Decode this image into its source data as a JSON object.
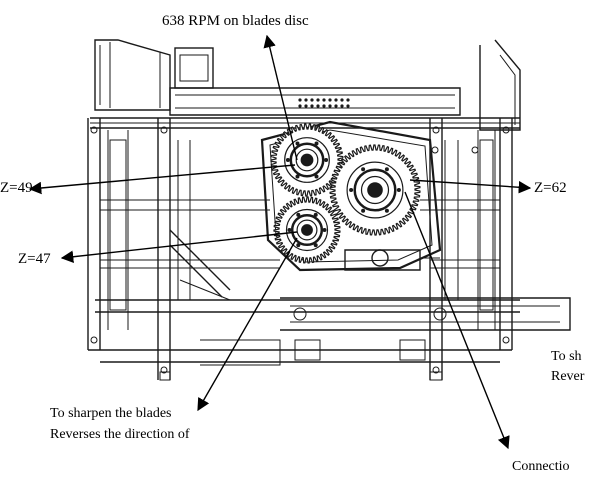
{
  "labels": {
    "rpm": "638 RPM on blades disc",
    "z49": "Z=49",
    "z47": "Z=47",
    "z62": "Z=62",
    "sharpen_line1": "To sharpen the blades",
    "sharpen_line2": "Reverses the direction of",
    "right_line1": "To sh",
    "right_line2": "Rever",
    "connection": "Connectio"
  },
  "gears": [
    {
      "name": "gear-z49",
      "teeth": 49
    },
    {
      "name": "gear-z47",
      "teeth": 47
    },
    {
      "name": "gear-z62",
      "teeth": 62
    }
  ],
  "colors": {
    "line": "#1a1a1a",
    "background": "#ffffff"
  }
}
